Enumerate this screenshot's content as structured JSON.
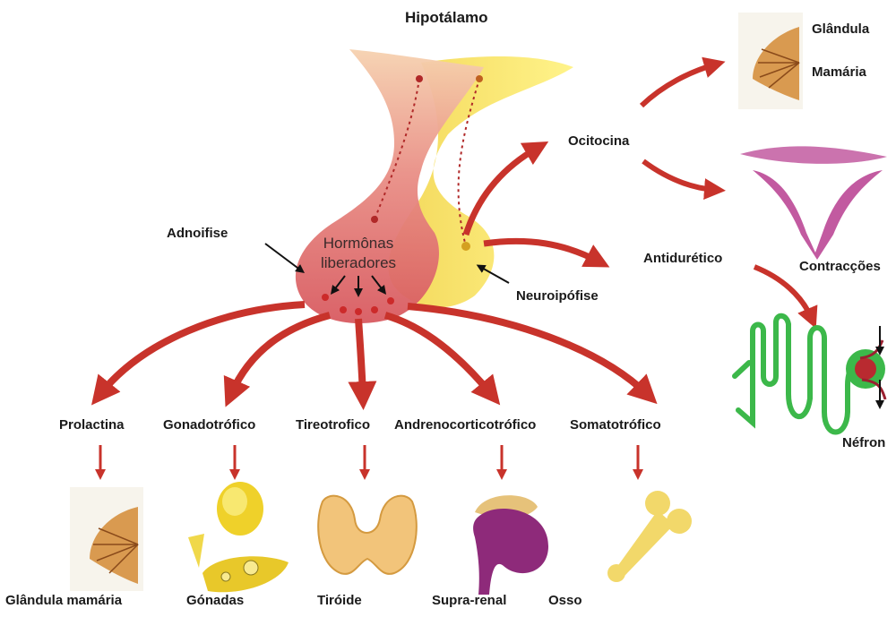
{
  "title": "Hipotálamo",
  "pituitary": {
    "adeno_label": "Adnoifise",
    "neuro_label": "Neuroipófise",
    "center_line1": "Hormônas",
    "center_line2": "liberadores"
  },
  "posterior": {
    "hormone1": "Ocitocina",
    "hormone2": "Antidurético",
    "targets": {
      "mammary_line1": "Glândula",
      "mammary_line2": "Mamária",
      "contractions": "Contracções",
      "nephron": "Néfron"
    }
  },
  "anterior": {
    "hormones": [
      "Prolactina",
      "Gonadotrófico",
      "Tireotrofico",
      "Andrenocorticotrófico",
      "Somatotrófico"
    ],
    "targets": [
      "Glândula mamária",
      "Gónadas",
      "Tiróide",
      "Supra-renal",
      "Osso"
    ]
  },
  "colors": {
    "arrow": "#c8332b",
    "adeno": "#e07070",
    "neuro": "#f2e23a",
    "nephron": "#3cb84a",
    "uterus": "#c25aa0",
    "gland": "#c8883a"
  }
}
